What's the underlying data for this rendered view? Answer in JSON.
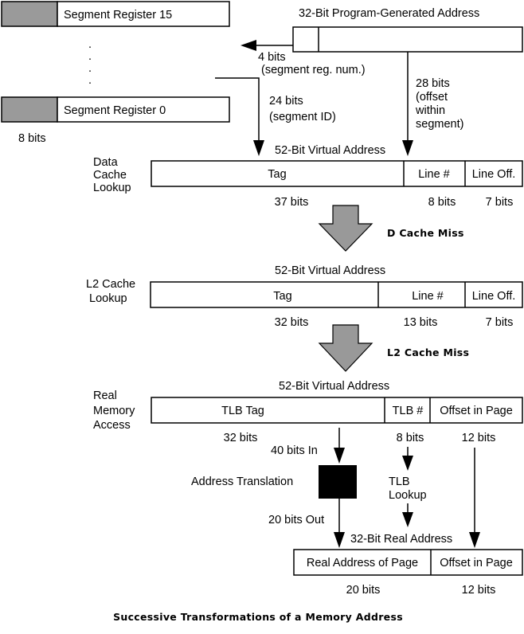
{
  "segments": {
    "top_label": "Segment Register 15",
    "bottom_label": "Segment Register 0",
    "width_label": "8 bits",
    "dots": ".",
    "id_bits": "24 bits",
    "id_note": "(segment ID)"
  },
  "program_address": {
    "title": "32-Bit Program-Generated Address",
    "seg_bits": "4 bits",
    "seg_note": "(segment reg. num.)",
    "offset_bits": "28 bits",
    "offset_note": [
      "(offset",
      "within",
      "segment)"
    ]
  },
  "data_cache": {
    "side_label": [
      "Data",
      "Cache",
      "Lookup"
    ],
    "title": "52-Bit Virtual Address",
    "fields": [
      "Tag",
      "Line #",
      "Line Off."
    ],
    "bits": [
      "37 bits",
      "8 bits",
      "7 bits"
    ],
    "miss_label": "D Cache Miss"
  },
  "l2_cache": {
    "side_label": [
      "L2 Cache",
      "Lookup"
    ],
    "title": "52-Bit Virtual Address",
    "fields": [
      "Tag",
      "Line #",
      "Line Off."
    ],
    "bits": [
      "32 bits",
      "13 bits",
      "7 bits"
    ],
    "miss_label": "L2 Cache Miss"
  },
  "real_memory": {
    "side_label": [
      "Real",
      "Memory",
      "Access"
    ],
    "title": "52-Bit Virtual Address",
    "fields": [
      "TLB Tag",
      "TLB #",
      "Offset in Page"
    ],
    "bits": [
      "32 bits",
      "8 bits",
      "12 bits"
    ]
  },
  "translation": {
    "bits_in": "40 bits In",
    "label": "Address Translation",
    "bits_out": "20 bits Out",
    "tlb_lookup": [
      "TLB",
      "Lookup"
    ]
  },
  "real_address": {
    "title": "32-Bit Real Address",
    "fields": [
      "Real Address of Page",
      "Offset in Page"
    ],
    "bits": [
      "20 bits",
      "12 bits"
    ]
  },
  "caption": "Successive Transformations of a Memory Address"
}
